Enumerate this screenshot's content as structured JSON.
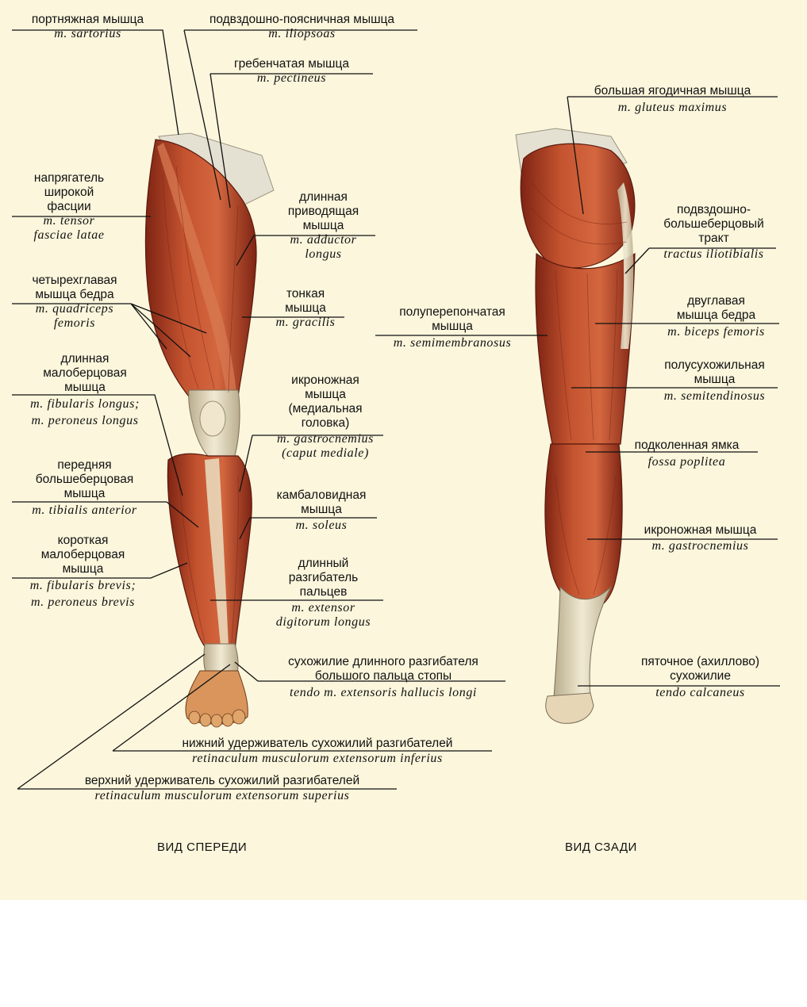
{
  "views": {
    "front": "ВИД СПЕРЕДИ",
    "back": "ВИД СЗАДИ"
  },
  "labels": {
    "sartorius_ru": "портняжная мышца",
    "sartorius_la": "m. sartorius",
    "iliopsoas_ru": "подвздошно-поясничная мышца",
    "iliopsoas_la": "m. iliopsoas",
    "pectineus_ru": "гребенчатая мышца",
    "pectineus_la": "m. pectineus",
    "tfl_ru_1": "напрягатель",
    "tfl_ru_2": "широкой",
    "tfl_ru_3": "фасции",
    "tfl_la_1": "m. tensor",
    "tfl_la_2": "fasciae latae",
    "adductor_ru_1": "длинная",
    "adductor_ru_2": "приводящая",
    "adductor_ru_3": "мышца",
    "adductor_la_1": "m. adductor",
    "adductor_la_2": "longus",
    "quadriceps_ru_1": "четырехглавая",
    "quadriceps_ru_2": "мышца бедра",
    "quadriceps_la_1": "m. quadriceps",
    "quadriceps_la_2": "femoris",
    "gracilis_ru_1": "тонкая",
    "gracilis_ru_2": "мышца",
    "gracilis_la": "m. gracilis",
    "fib_long_ru_1": "длинная",
    "fib_long_ru_2": "малоберцовая",
    "fib_long_ru_3": "мышца",
    "fib_long_la_1": "m. fibularis longus;",
    "fib_long_la_2": "m. peroneus longus",
    "gastroc_med_ru_1": "икроножная",
    "gastroc_med_ru_2": "мышца",
    "gastroc_med_ru_3": "(медиальная",
    "gastroc_med_ru_4": "головка)",
    "gastroc_med_la_1": "m. gastrocnemius",
    "gastroc_med_la_2": "(caput mediale)",
    "tib_ant_ru_1": "передняя",
    "tib_ant_ru_2": "большеберцовая",
    "tib_ant_ru_3": "мышца",
    "tib_ant_la": "m. tibialis anterior",
    "soleus_ru_1": "камбаловидная",
    "soleus_ru_2": "мышца",
    "soleus_la": "m. soleus",
    "fib_brev_ru_1": "короткая",
    "fib_brev_ru_2": "малоберцовая",
    "fib_brev_ru_3": "мышца",
    "fib_brev_la_1": "m. fibularis brevis;",
    "fib_brev_la_2": "m. peroneus brevis",
    "ext_dig_ru_1": "длинный",
    "ext_dig_ru_2": "разгибатель",
    "ext_dig_ru_3": "пальцев",
    "ext_dig_la_1": "m. extensor",
    "ext_dig_la_2": "digitorum longus",
    "ext_hal_ru_1": "сухожилие длинного разгибателя",
    "ext_hal_ru_2": "большого пальца стопы",
    "ext_hal_la": "tendo m. extensoris hallucis longi",
    "ret_inf_ru": "нижний удерживатель сухожилий разгибателей",
    "ret_inf_la": "retinaculum musculorum extensorum inferius",
    "ret_sup_ru": "верхний удерживатель сухожилий разгибателей",
    "ret_sup_la": "retinaculum musculorum extensorum superius",
    "glut_ru": "большая ягодичная мышца",
    "glut_la": "m. gluteus maximus",
    "itt_ru_1": "подвздошно-",
    "itt_ru_2": "большеберцовый",
    "itt_ru_3": "тракт",
    "itt_la": "tractus iliotibialis",
    "semimem_ru_1": "полуперепончатая",
    "semimem_ru_2": "мышца",
    "semimem_la": "m. semimembranosus",
    "biceps_ru_1": "двуглавая",
    "biceps_ru_2": "мышца бедра",
    "biceps_la": "m. biceps femoris",
    "semiten_ru_1": "полусухожильная",
    "semiten_ru_2": "мышца",
    "semiten_la": "m. semitendinosus",
    "poplit_ru": "подколенная ямка",
    "poplit_la": "fossa poplitea",
    "gastroc_ru": "икроножная мышца",
    "gastroc_la": "m. gastrocnemius",
    "achilles_ru_1": "пяточное (ахиллово)",
    "achilles_ru_2": "сухожилие",
    "achilles_la": "tendo calcaneus"
  },
  "colors": {
    "muscle": "#b8452a",
    "muscle_dark": "#8a2a18",
    "tendon": "#e8dfc4",
    "background": "#fbf6dc",
    "line": "#111111"
  }
}
